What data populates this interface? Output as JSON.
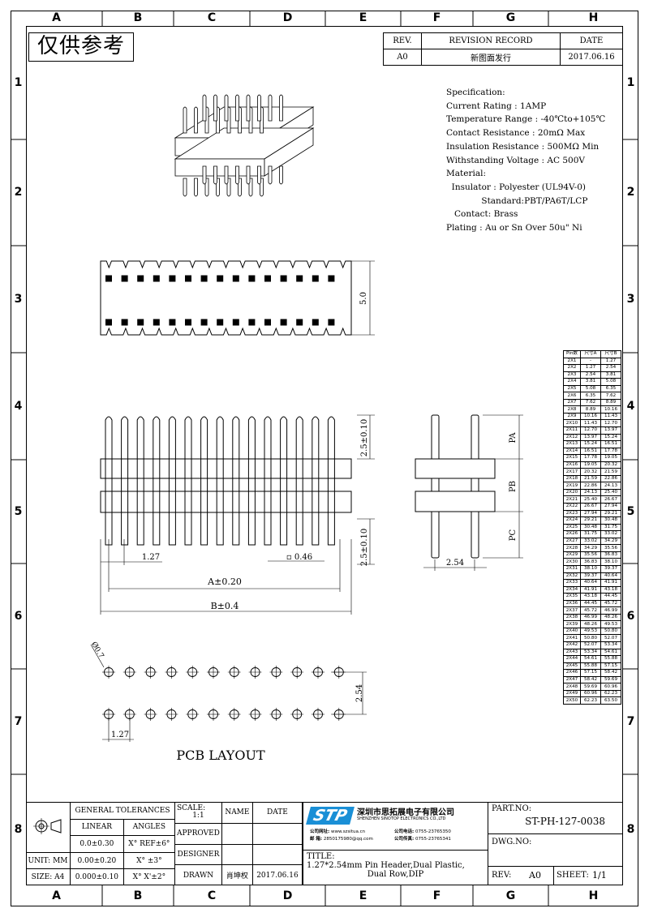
{
  "grid": {
    "cols": [
      "A",
      "B",
      "C",
      "D",
      "E",
      "F",
      "G",
      "H"
    ],
    "rows": [
      "1",
      "2",
      "3",
      "4",
      "5",
      "6",
      "7",
      "8"
    ]
  },
  "stamp": "仅供参考",
  "revision": {
    "head_rev": "REV.",
    "head_record": "REVISION RECORD",
    "head_date": "DATE",
    "rev": "A0",
    "record": "新图面发行",
    "date": "2017.06.16"
  },
  "spec": {
    "lines": [
      "Specification:",
      "Current Rating : 1AMP",
      "Temperature Range : -40℃to+105℃",
      "Contact Resistance : 20mΩ Max",
      "Insulation Resistance : 500MΩ Min",
      "Withstanding Voltage : AC 500V",
      "Material:",
      "  Insulator : Polyester (UL94V-0)",
      "             Standard:PBT/PA6T/LCP",
      "   Contact: Brass",
      "Plating : Au or Sn Over 50u\" Ni"
    ]
  },
  "dims": {
    "top_height": "5.0",
    "pin_upper": "2.5±0.10",
    "pin_lower": "2.5±0.10",
    "pitch": "1.27",
    "pin_width": "▫ 0.46",
    "A": "A±0.20",
    "B": "B±0.4",
    "side_pa": "PA",
    "side_pb": "PB",
    "side_pc": "PC",
    "side_pitch": "2.54",
    "hole": "Ø0.7",
    "pcb_row": "2.54",
    "pcb_pitch": "1.27",
    "pcb_label": "PCB LAYOUT"
  },
  "pin_table": {
    "headers": [
      "Pin数",
      "尺寸A",
      "尺寸B"
    ],
    "rows": [
      [
        "2X1",
        "-",
        "1.27"
      ],
      [
        "2X2",
        "1.27",
        "2.54"
      ],
      [
        "2X3",
        "2.54",
        "3.81"
      ],
      [
        "2X4",
        "3.81",
        "5.08"
      ],
      [
        "2X5",
        "5.08",
        "6.35"
      ],
      [
        "2X6",
        "6.35",
        "7.62"
      ],
      [
        "2X7",
        "7.62",
        "8.89"
      ],
      [
        "2X8",
        "8.89",
        "10.16"
      ],
      [
        "2X9",
        "10.16",
        "11.43"
      ],
      [
        "2X10",
        "11.43",
        "12.70"
      ],
      [
        "2X11",
        "12.70",
        "13.97"
      ],
      [
        "2X12",
        "13.97",
        "15.24"
      ],
      [
        "2X13",
        "15.24",
        "16.51"
      ],
      [
        "2X14",
        "16.51",
        "17.78"
      ],
      [
        "2X15",
        "17.78",
        "19.05"
      ],
      [
        "2X16",
        "19.05",
        "20.32"
      ],
      [
        "2X17",
        "20.32",
        "21.59"
      ],
      [
        "2X18",
        "21.59",
        "22.86"
      ],
      [
        "2X19",
        "22.86",
        "24.13"
      ],
      [
        "2X20",
        "24.13",
        "25.40"
      ],
      [
        "2X21",
        "25.40",
        "26.67"
      ],
      [
        "2X22",
        "26.67",
        "27.94"
      ],
      [
        "2X23",
        "27.94",
        "29.21"
      ],
      [
        "2X24",
        "29.21",
        "30.48"
      ],
      [
        "2X25",
        "30.48",
        "31.75"
      ],
      [
        "2X26",
        "31.75",
        "33.02"
      ],
      [
        "2X27",
        "33.02",
        "34.29"
      ],
      [
        "2X28",
        "34.29",
        "35.56"
      ],
      [
        "2X29",
        "35.56",
        "36.83"
      ],
      [
        "2X30",
        "36.83",
        "38.10"
      ],
      [
        "2X31",
        "38.10",
        "39.37"
      ],
      [
        "2X32",
        "39.37",
        "40.64"
      ],
      [
        "2X33",
        "40.64",
        "41.91"
      ],
      [
        "2X34",
        "41.91",
        "43.18"
      ],
      [
        "2X35",
        "43.18",
        "44.45"
      ],
      [
        "2X36",
        "44.45",
        "45.72"
      ],
      [
        "2X37",
        "45.72",
        "46.99"
      ],
      [
        "2X38",
        "46.99",
        "48.26"
      ],
      [
        "2X39",
        "48.26",
        "49.53"
      ],
      [
        "2X40",
        "49.53",
        "50.80"
      ],
      [
        "2X41",
        "50.80",
        "52.07"
      ],
      [
        "2X42",
        "52.07",
        "53.34"
      ],
      [
        "2X43",
        "53.34",
        "54.61"
      ],
      [
        "2X44",
        "54.61",
        "55.88"
      ],
      [
        "2X45",
        "55.88",
        "57.15"
      ],
      [
        "2X46",
        "57.15",
        "58.42"
      ],
      [
        "2X47",
        "58.42",
        "59.69"
      ],
      [
        "2X48",
        "59.69",
        "60.96"
      ],
      [
        "2X49",
        "60.96",
        "62.23"
      ],
      [
        "2X50",
        "62.23",
        "63.50"
      ]
    ]
  },
  "title_block": {
    "general_tolerances": "GENERAL TOLERANCES",
    "linear": "LINEAR",
    "angles": "ANGLES",
    "lin1": "0.0±0.30",
    "ang1": "X° REF±6°",
    "unit_label": "UNIT: MM",
    "lin2": "0.00±0.20",
    "ang2": "X° ±3°",
    "size_label": "SIZE: A4",
    "lin3": "0.000±0.10",
    "ang3": "X° X'±2°",
    "scale": "SCALE:",
    "scale_val": "1:1",
    "name": "NAME",
    "date": "DATE",
    "approved": "APPROVED",
    "designer": "DESIGNER",
    "drawn": "DRAWN",
    "drawn_name": "肖坤权",
    "drawn_date": "2017.06.16",
    "company_cn": "深圳市思拓展电子有限公司",
    "company_en": "SHENZHEN SINOTOP ELECTRONICS CO.,LTD",
    "web_label": "公司网址:",
    "web": "www.szsitua.cn",
    "email_label": "邮    箱:",
    "email": "2850175980@qq.com",
    "tel_label": "公司电话:",
    "tel": "0755-23765350",
    "fax_label": "公司传真:",
    "fax": "0755-23765341",
    "logo": "STP",
    "part_no_label": "PART.NO:",
    "part_no": "ST-PH-127-0038",
    "dwg_no_label": "DWG.NO:",
    "title_label": "TITLE:",
    "title_line1": "1.27*2.54mm Pin Header,Dual Plastic,",
    "title_line2": "Dual Row,DIP",
    "rev_label": "REV:",
    "rev": "A0",
    "sheet_label": "SHEET:",
    "sheet": "1/1"
  }
}
